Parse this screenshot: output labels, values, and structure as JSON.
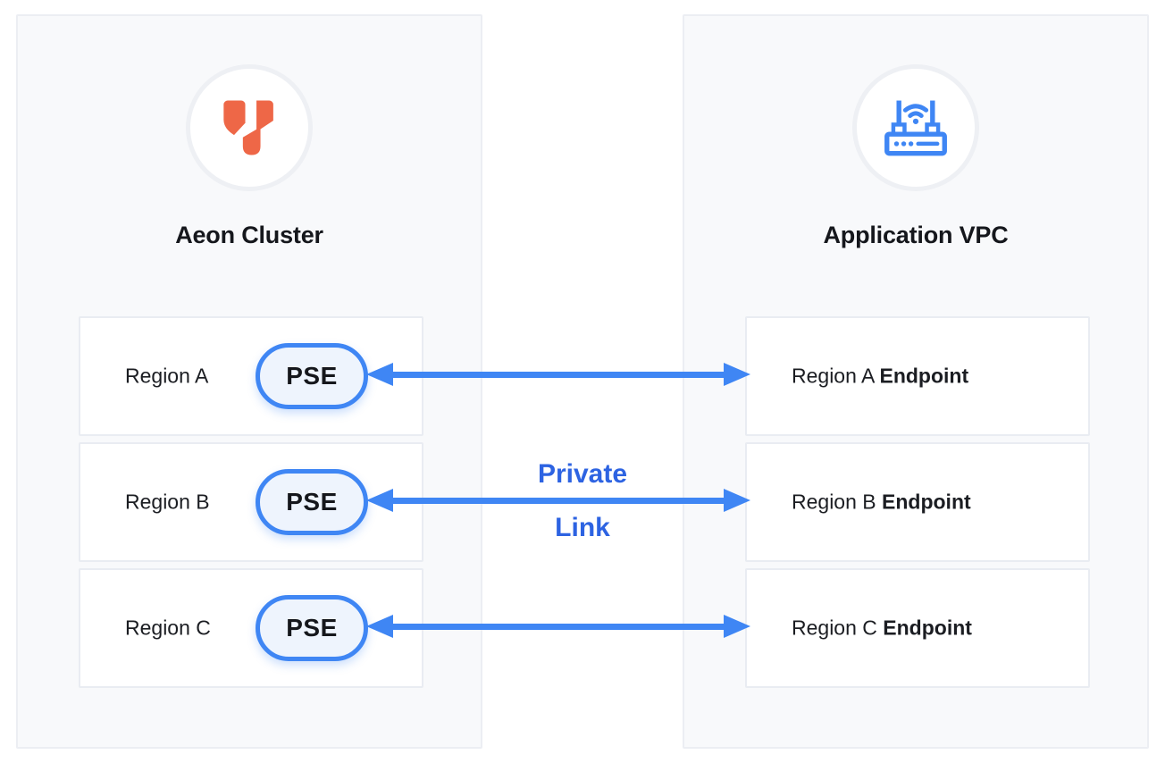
{
  "colors": {
    "arrow_blue": "#3f86f4",
    "link_text_blue": "#2d63e2",
    "logo_coral": "#ee6747",
    "panel_background": "#f8f9fb",
    "pill_background": "#eef4fd",
    "text_dark": "#15171c"
  },
  "left_panel": {
    "title": "Aeon Cluster",
    "icon": "aeon-logo",
    "rows": [
      {
        "label": "Region A",
        "badge": "PSE"
      },
      {
        "label": "Region B",
        "badge": "PSE"
      },
      {
        "label": "Region C",
        "badge": "PSE"
      }
    ]
  },
  "right_panel": {
    "title": "Application VPC",
    "icon": "router",
    "rows": [
      {
        "label": "Region A",
        "suffix": "Endpoint"
      },
      {
        "label": "Region B",
        "suffix": "Endpoint"
      },
      {
        "label": "Region C",
        "suffix": "Endpoint"
      }
    ]
  },
  "connector": {
    "label_line1": "Private",
    "label_line2": "Link"
  }
}
